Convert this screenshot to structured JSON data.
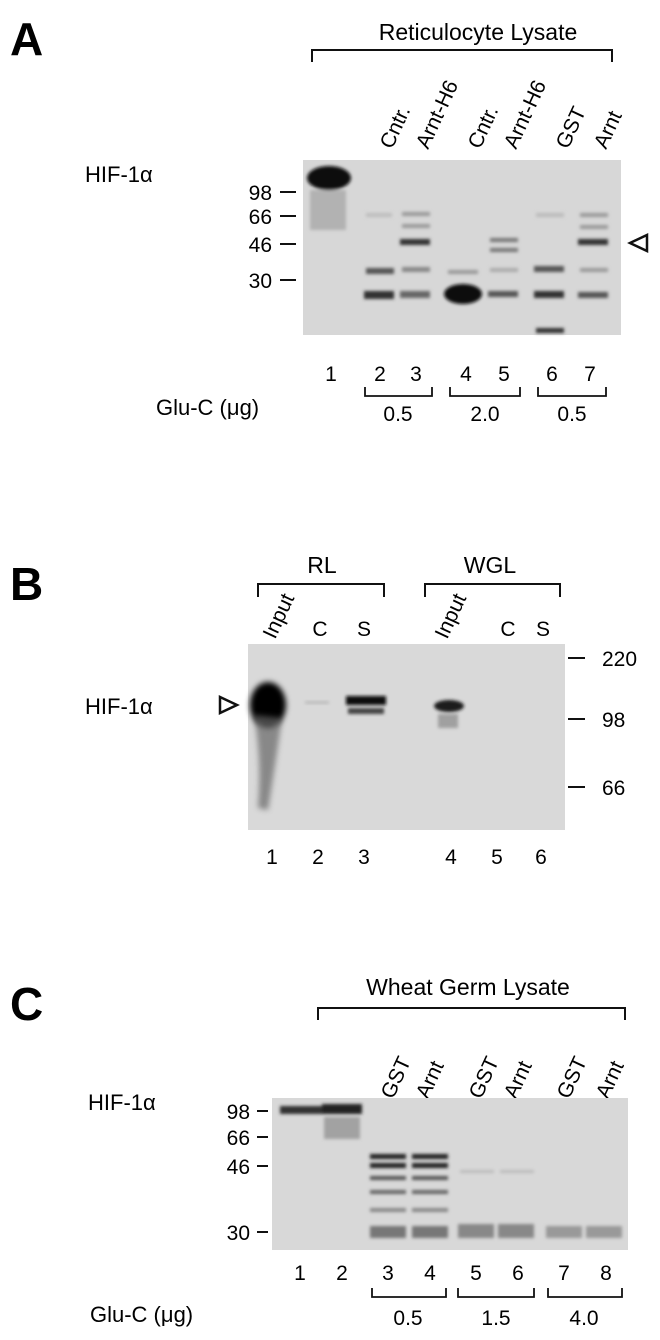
{
  "panel_a": {
    "letter": "A",
    "lysate": "Reticulocyte Lysate",
    "lane_labels": [
      "Cntr.",
      "Arnt-H6",
      "Cntr.",
      "Arnt-H6",
      "GST",
      "Arnt"
    ],
    "protein": "HIF-1α",
    "markers": [
      "98",
      "66",
      "46",
      "30"
    ],
    "lane_numbers": [
      "1",
      "2",
      "3",
      "4",
      "5",
      "6",
      "7"
    ],
    "glu_label": "Glu-C (μg)",
    "doses": [
      "0.5",
      "2.0",
      "0.5"
    ]
  },
  "panel_b": {
    "letter": "B",
    "group1": "RL",
    "group2": "WGL",
    "lane_labels": [
      "Input",
      "C",
      "S",
      "Input",
      "C",
      "S"
    ],
    "protein": "HIF-1α",
    "markers": [
      "220",
      "98",
      "66"
    ],
    "lane_numbers": [
      "1",
      "2",
      "3",
      "4",
      "5",
      "6"
    ]
  },
  "panel_c": {
    "letter": "C",
    "lysate": "Wheat Germ Lysate",
    "lane_labels": [
      "GST",
      "Arnt",
      "GST",
      "Arnt",
      "GST",
      "Arnt"
    ],
    "protein": "HIF-1α",
    "markers": [
      "98",
      "66",
      "46",
      "30"
    ],
    "lane_numbers": [
      "1",
      "2",
      "3",
      "4",
      "5",
      "6",
      "7",
      "8"
    ],
    "glu_label": "Glu-C (μg)",
    "doses": [
      "0.5",
      "1.5",
      "4.0"
    ]
  }
}
